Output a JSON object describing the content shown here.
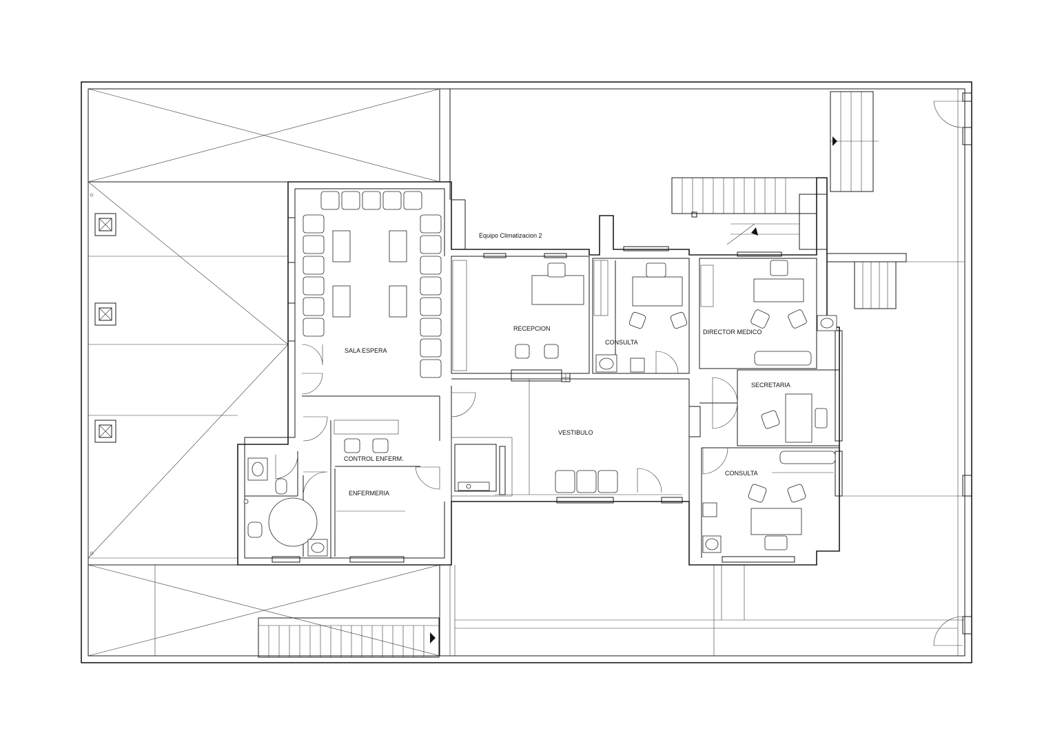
{
  "plan": {
    "labels": {
      "equipment": "Equipo Climatizacion 2",
      "waiting_room": "SALA ESPERA",
      "reception": "RECEPCION",
      "consult_1": "CONSULTA",
      "medical_director": "DIRECTOR MEDICO",
      "secretary": "SECRETARIA",
      "consult_2": "CONSULTA",
      "lobby": "VESTIBULO",
      "nurse_control": "CONTROL ENFERM.",
      "infirmary": "ENFERMERIA"
    }
  }
}
